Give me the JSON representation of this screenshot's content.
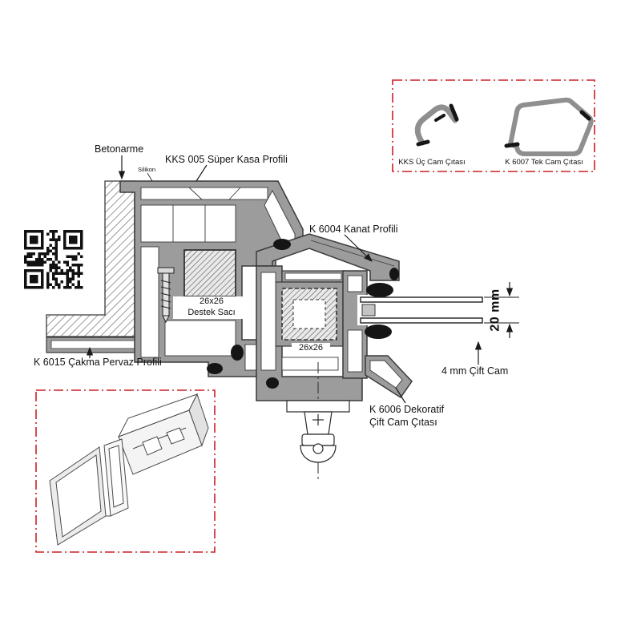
{
  "labels": {
    "betonarme": "Betonarme",
    "silikon": "Silikon",
    "kasa_profili": "KKS 005 Süper Kasa Profili",
    "kanat_profili": "K 6004 Kanat Profili",
    "destek_saci_line1": "26x26",
    "destek_saci_line2": "Destek Sacı",
    "sash_steel": "26x26",
    "pervaz_profili": "K 6015 Çakma Pervaz Profili",
    "cam_kalinligi": "20 mm",
    "cift_cam": "4 mm Çift Cam",
    "dekoratif_cita_line1": "K 6006 Dekoratif",
    "dekoratif_cita_line2": "Çift Cam Çıtası"
  },
  "inset_beads": {
    "uc_cam_citasi": "KKS Üç Cam Çıtası",
    "tek_cam_citasi": "K 6007 Tek Cam Çıtası"
  },
  "icons": {
    "qr": "qr-code"
  },
  "colors": {
    "accent_red": "#cc2027",
    "profile_gray": "#9c9c9c",
    "ink": "#1a1a1a"
  }
}
